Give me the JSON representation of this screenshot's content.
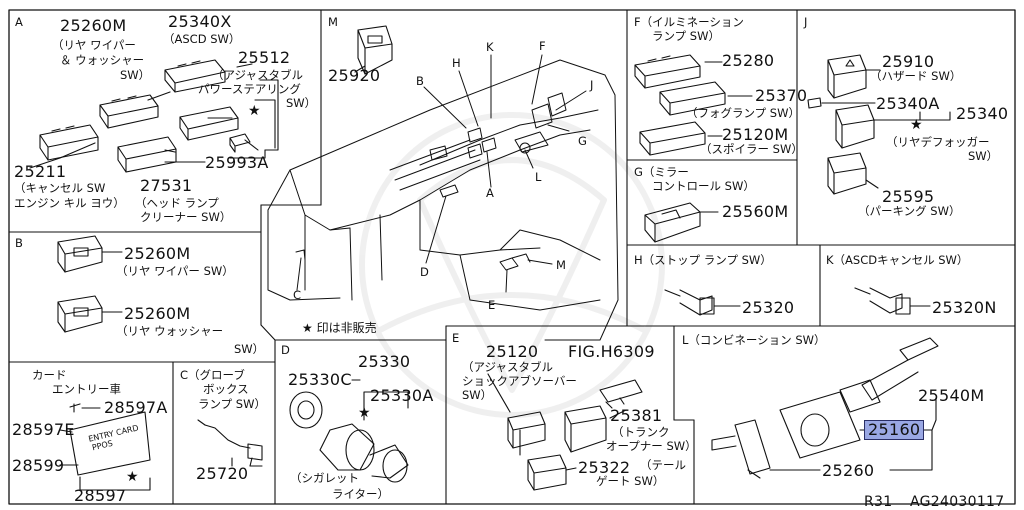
{
  "sections": {
    "A": {
      "letter": "A",
      "parts": {
        "p25260M": {
          "num": "25260M",
          "desc": [
            "（リヤ ワイパー",
            "＆ ウォッシャー",
            "SW）"
          ]
        },
        "p25340X": {
          "num": "25340X",
          "desc": [
            "（ASCD SW）"
          ]
        },
        "p25512": {
          "num": "25512",
          "desc": [
            "（アジャスタブル",
            "パワーステアリング",
            "SW）"
          ]
        },
        "p25211": {
          "num": "25211",
          "desc": [
            "（キャンセル SW",
            "エンジン キル ヨウ）"
          ]
        },
        "p27531": {
          "num": "27531",
          "desc": [
            "（ヘッド ランプ",
            "クリーナー SW）"
          ]
        },
        "p25993A": {
          "num": "25993A",
          "desc": []
        }
      },
      "star": "★"
    },
    "M": {
      "letter": "M",
      "parts": {
        "p25920": {
          "num": "25920"
        }
      }
    },
    "F": {
      "header": [
        "F（イルミネーション",
        "ランプ SW）"
      ],
      "parts": {
        "p25280": {
          "num": "25280"
        },
        "p25370": {
          "num": "25370",
          "desc": [
            "（フォグランプ SW）"
          ]
        },
        "p25120M": {
          "num": "25120M",
          "desc": [
            "（スポイラー SW）"
          ]
        }
      }
    },
    "J": {
      "letter": "J",
      "parts": {
        "p25910": {
          "num": "25910",
          "desc": [
            "（ハザード SW）"
          ]
        },
        "p25340A": {
          "num": "25340A"
        },
        "p25340": {
          "num": "25340",
          "desc": [
            "（リヤデフォッガー",
            "SW）"
          ]
        },
        "p25595": {
          "num": "25595",
          "desc": [
            "（パーキング SW）"
          ]
        }
      },
      "star": "★"
    },
    "G": {
      "header": [
        "G（ミラー",
        "コントロール SW）"
      ],
      "parts": {
        "p25560M": {
          "num": "25560M"
        }
      }
    },
    "B": {
      "letter": "B",
      "parts": {
        "p25260M_1": {
          "num": "25260M",
          "desc": [
            "（リヤ ワイパー SW）"
          ]
        },
        "p25260M_2": {
          "num": "25260M",
          "desc": [
            "（リヤ ウォッシャー",
            "SW）"
          ]
        }
      }
    },
    "H": {
      "header": "H（ストップ ランプ SW）",
      "parts": {
        "p25320": {
          "num": "25320"
        }
      }
    },
    "K": {
      "header": "K（ASCDキャンセル SW）",
      "parts": {
        "p25320N": {
          "num": "25320N"
        }
      }
    },
    "card": {
      "header": [
        "カード",
        "エントリー車"
      ],
      "parts": {
        "p28597A": {
          "num": "28597A"
        },
        "p28597E": {
          "num": "28597E"
        },
        "p28599": {
          "num": "28599"
        },
        "p28597": {
          "num": "28597"
        }
      },
      "star": "★",
      "card_text": [
        "ENTRY CARD",
        "PPOS"
      ]
    },
    "C": {
      "header": [
        "C（グローブ",
        "ボックス",
        "ランプ SW）"
      ],
      "parts": {
        "p25720": {
          "num": "25720"
        }
      }
    },
    "D": {
      "letter": "D",
      "parts": {
        "p25330": {
          "num": "25330"
        },
        "p25330C": {
          "num": "25330C"
        },
        "p25330A": {
          "num": "25330A"
        }
      },
      "desc": [
        "（シガレット",
        "ライター）"
      ],
      "star": "★"
    },
    "E": {
      "letter": "E",
      "fig": "FIG.H6309",
      "parts": {
        "p25120": {
          "num": "25120",
          "desc": [
            "（アジャスタブル",
            "ショックアブソーバー",
            "SW）"
          ]
        },
        "p25381": {
          "num": "25381",
          "desc": [
            "（トランク",
            "オープナー SW）"
          ]
        },
        "p25322": {
          "num": "25322",
          "desc": [
            "（テール",
            "ゲート SW）"
          ]
        }
      }
    },
    "L": {
      "header": "L（コンビネーション SW）",
      "parts": {
        "p25540M": {
          "num": "25540M"
        },
        "p25160": {
          "num": "25160"
        },
        "p25260": {
          "num": "25260"
        }
      }
    }
  },
  "center": {
    "callouts": [
      "B",
      "H",
      "K",
      "F",
      "J",
      "G",
      "L",
      "A",
      "C",
      "D",
      "E",
      "M"
    ],
    "note": "★ 印は非販売"
  },
  "footer": {
    "model": "R31",
    "code": "AG24030117"
  },
  "colors": {
    "line": "#111111",
    "highlight_fill": "#9aa8e4",
    "highlight_border": "#2a2f66"
  }
}
